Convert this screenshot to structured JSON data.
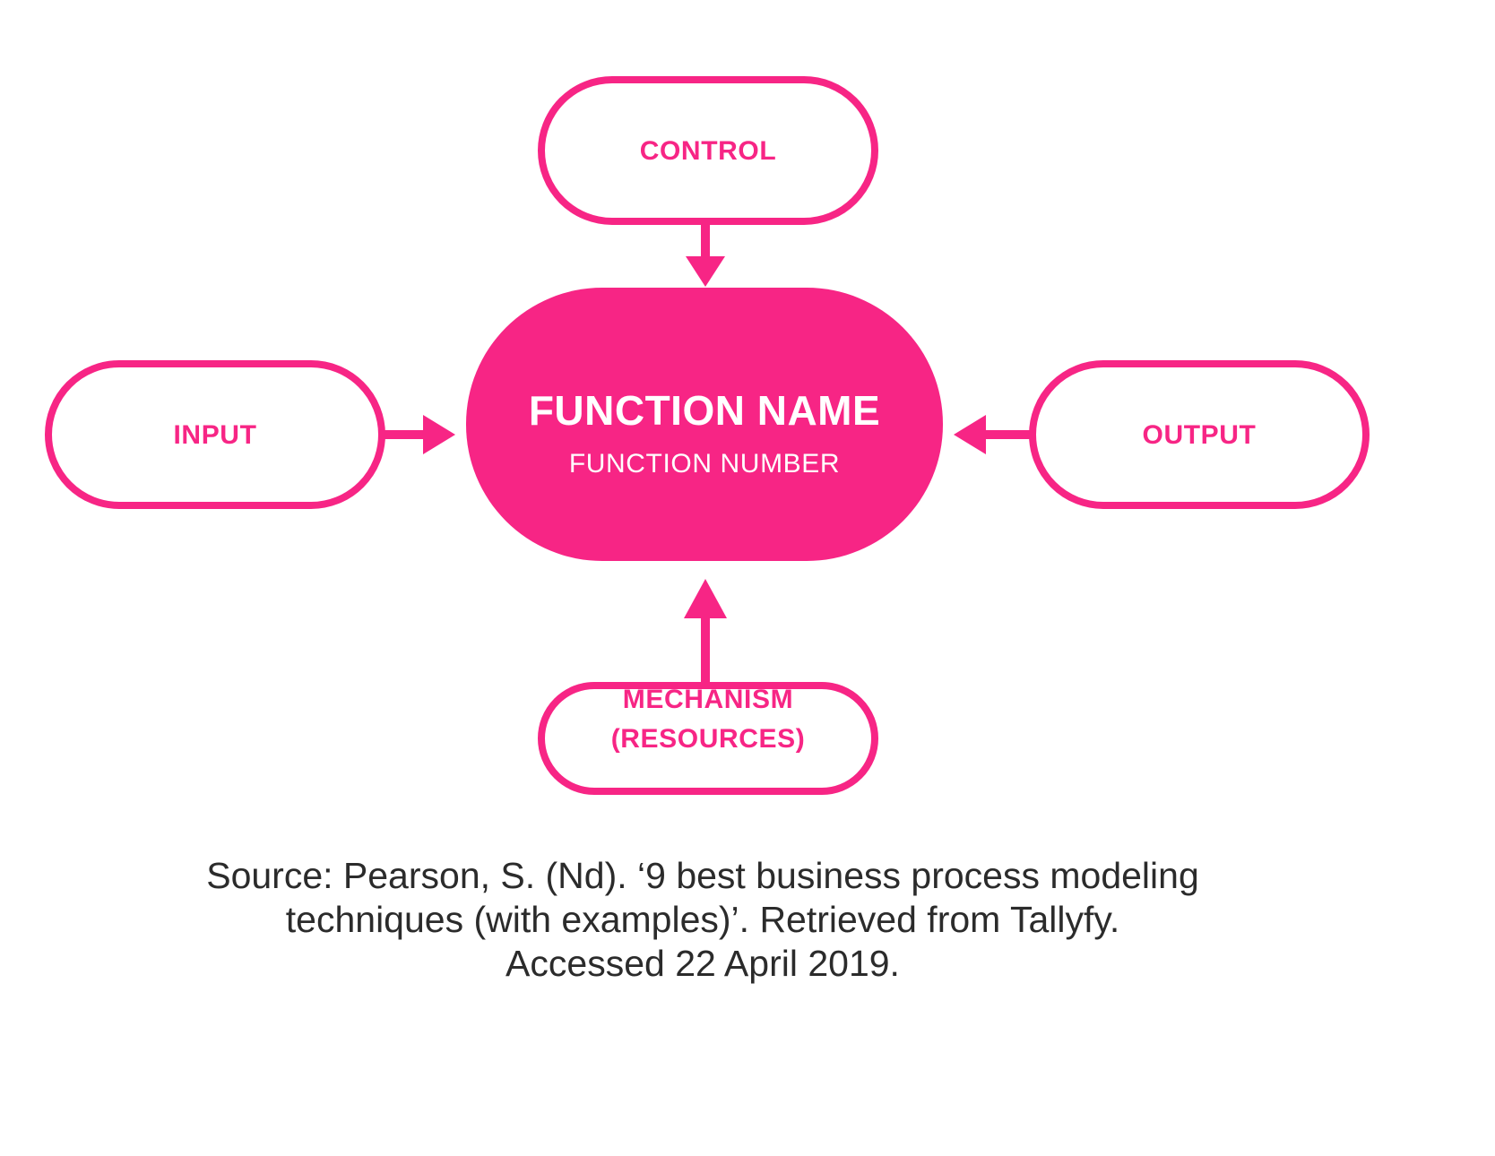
{
  "diagram": {
    "type": "IDEF0 function block diagram",
    "colors": {
      "accent_pink": "#F72585",
      "node_fill": "#FFFFFF",
      "center_text": "#FFFFFF",
      "caption_text": "#2B2B2B",
      "background": "#FFFFFF"
    },
    "nodes": {
      "control": {
        "label": "CONTROL"
      },
      "input": {
        "label": "INPUT"
      },
      "output": {
        "label": "OUTPUT"
      },
      "mechanism": {
        "label_line1": "MECHANISM",
        "label_line2": "(RESOURCES)"
      },
      "center": {
        "title": "FUNCTION NAME",
        "subtitle": "FUNCTION NUMBER"
      }
    },
    "arrows": [
      {
        "name": "control-to-function",
        "from": "control",
        "to": "center",
        "direction": "down"
      },
      {
        "name": "input-to-function",
        "from": "input",
        "to": "center",
        "direction": "right"
      },
      {
        "name": "output-to-function",
        "from": "output",
        "to": "center",
        "direction": "left"
      },
      {
        "name": "mechanism-to-function",
        "from": "mechanism",
        "to": "center",
        "direction": "up"
      }
    ]
  },
  "caption": {
    "line1": "Source: Pearson, S. (Nd). ‘9 best business process modeling",
    "line2": "techniques (with examples)’. Retrieved from Tallyfy.",
    "line3": "Accessed 22 April 2019."
  }
}
